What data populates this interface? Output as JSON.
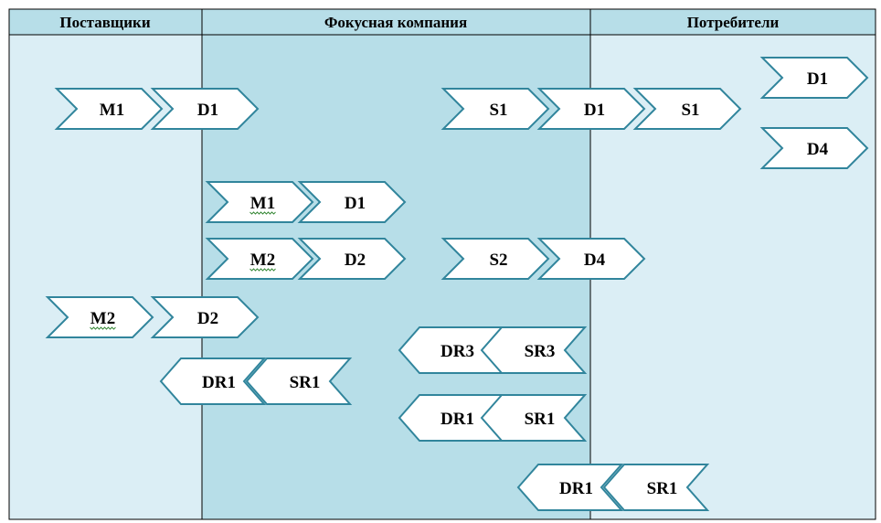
{
  "headers": {
    "suppliers": "Поставщики",
    "focal_company": "Фокусная компания",
    "consumers": "Потребители"
  },
  "colors": {
    "side_column_fill": "#dbeef5",
    "center_column_fill": "#b7dee8",
    "header_fill": "#b7dee8",
    "shape_fill": "#ffffff",
    "shape_stroke": "#31859c",
    "border": "#000000"
  },
  "rows": [
    {
      "id": "r1",
      "chevrons": [
        "M1",
        "D1"
      ]
    },
    {
      "id": "r2",
      "chevrons": [
        "S1",
        "D1",
        "S1"
      ]
    },
    {
      "id": "r3",
      "chevrons": [
        "D1"
      ]
    },
    {
      "id": "r4",
      "chevrons": [
        "D4"
      ]
    },
    {
      "id": "r5",
      "chevrons": [
        "M1",
        "D1"
      ]
    },
    {
      "id": "r6",
      "chevrons": [
        "M2",
        "D2"
      ]
    },
    {
      "id": "r7",
      "chevrons": [
        "S2",
        "D4"
      ]
    },
    {
      "id": "r8",
      "chevrons": [
        "M2",
        "D2"
      ]
    },
    {
      "id": "r9",
      "chevrons": [
        "DR3",
        "SR3"
      ]
    },
    {
      "id": "r10",
      "chevrons": [
        "DR1",
        "SR1"
      ]
    },
    {
      "id": "r11",
      "chevrons": [
        "DR1",
        "SR1"
      ]
    },
    {
      "id": "r12",
      "chevrons": [
        "DR1",
        "SR1"
      ]
    }
  ]
}
